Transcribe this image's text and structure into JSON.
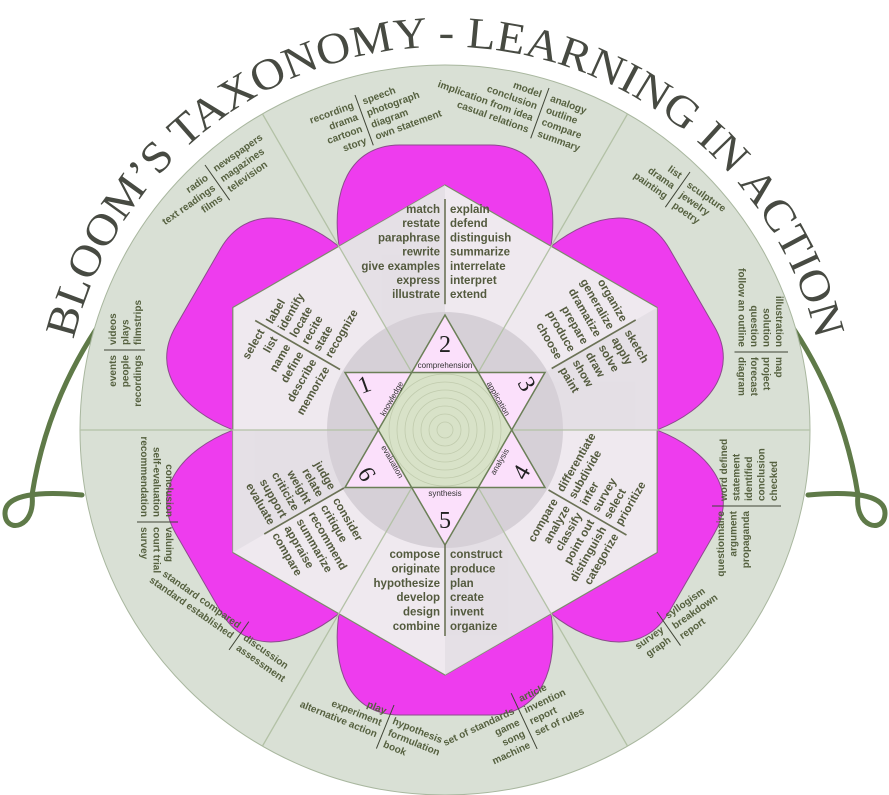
{
  "title": "BLOOM’S TAXONOMY - LEARNING IN ACTION",
  "colors": {
    "ring": "#d9e0d5",
    "arc": "#5f7a48",
    "petal_accent": "#f03cf0",
    "hexagon": "#efe9ef",
    "star_points": "#fbe0fb",
    "center": "#d8e2c8",
    "text": "#535a3e"
  },
  "levels": [
    {
      "number": "1",
      "name": "knowledge",
      "a": [
        "label",
        "identify",
        "locate",
        "recite",
        "state",
        "recognize"
      ],
      "b": [
        "select",
        "list",
        "name",
        "define",
        "describe",
        "memorize"
      ]
    },
    {
      "number": "2",
      "name": "comprehension",
      "a": [
        "match",
        "restate",
        "paraphrase",
        "rewrite",
        "give examples",
        "express",
        "illustrate"
      ],
      "b": [
        "explain",
        "defend",
        "distinguish",
        "summarize",
        "interrelate",
        "interpret",
        "extend"
      ]
    },
    {
      "number": "3",
      "name": "application",
      "a": [
        "organize",
        "generalize",
        "dramatize",
        "prepare",
        "produce",
        "choose"
      ],
      "b": [
        "sketch",
        "apply",
        "solve",
        "draw",
        "show",
        "paint"
      ]
    },
    {
      "number": "4",
      "name": "analysis",
      "a": [
        "differentiate",
        "subdivide",
        "infer",
        "survey",
        "select",
        "prioritize"
      ],
      "b": [
        "compare",
        "analyze",
        "classify",
        "point out",
        "distinguish",
        "categorize"
      ]
    },
    {
      "number": "5",
      "name": "synthesis",
      "a": [
        "compose",
        "originate",
        "hypothesize",
        "develop",
        "design",
        "combine"
      ],
      "b": [
        "construct",
        "produce",
        "plan",
        "create",
        "invent",
        "organize"
      ]
    },
    {
      "number": "6",
      "name": "evaluation",
      "a": [
        "judge",
        "relate",
        "weight",
        "criticize",
        "support",
        "evaluate"
      ],
      "b": [
        "consider",
        "critique",
        "recommend",
        "summarize",
        "appraise",
        "compare"
      ]
    }
  ],
  "outer_ring": [
    {
      "a": [
        "recording",
        "drama",
        "cartoon",
        "story"
      ],
      "b": [
        "speech",
        "photograph",
        "diagram",
        "own statement"
      ]
    },
    {
      "a": [
        "model",
        "conclusion",
        "implication from idea",
        "casual relations"
      ],
      "b": [
        "analogy",
        "outline",
        "compare",
        "summary"
      ]
    },
    {
      "a": [
        "list",
        "drama",
        "painting"
      ],
      "b": [
        "sculpture",
        "jewelry",
        "poetry"
      ]
    },
    {
      "a": [
        "illustration",
        "solution",
        "question",
        "follow an outline"
      ],
      "b": [
        "map",
        "project",
        "forecast",
        "diagram"
      ]
    },
    {
      "a": [
        "word defined",
        "statement",
        "identified",
        "conclusion",
        "checked"
      ],
      "b": [
        "questionnaire",
        "argument",
        "propaganda"
      ]
    },
    {
      "a": [
        "survey",
        "graph"
      ],
      "b": [
        "syllogism",
        "breakdown",
        "report"
      ]
    },
    {
      "a": [
        "set of standards",
        "game",
        "song",
        "machine"
      ],
      "b": [
        "article",
        "invention",
        "report",
        "set of rules"
      ]
    },
    {
      "a": [
        "play",
        "experiment",
        "alternative action"
      ],
      "b": [
        "hypothesis",
        "formulation",
        "book"
      ]
    },
    {
      "a": [
        "standard compared",
        "standard established"
      ],
      "b": [
        "discussion",
        "assessment"
      ]
    },
    {
      "a": [
        "conclusion",
        "self-evaluation",
        "recommendation"
      ],
      "b": [
        "valuing",
        "court trial",
        "survey"
      ]
    },
    {
      "a": [
        "events",
        "people",
        "recordings"
      ],
      "b": [
        "videos",
        "plays",
        "filmstrips"
      ]
    },
    {
      "a": [
        "radio",
        "text readings",
        "films"
      ],
      "b": [
        "newspapers",
        "magazines",
        "television"
      ]
    }
  ]
}
